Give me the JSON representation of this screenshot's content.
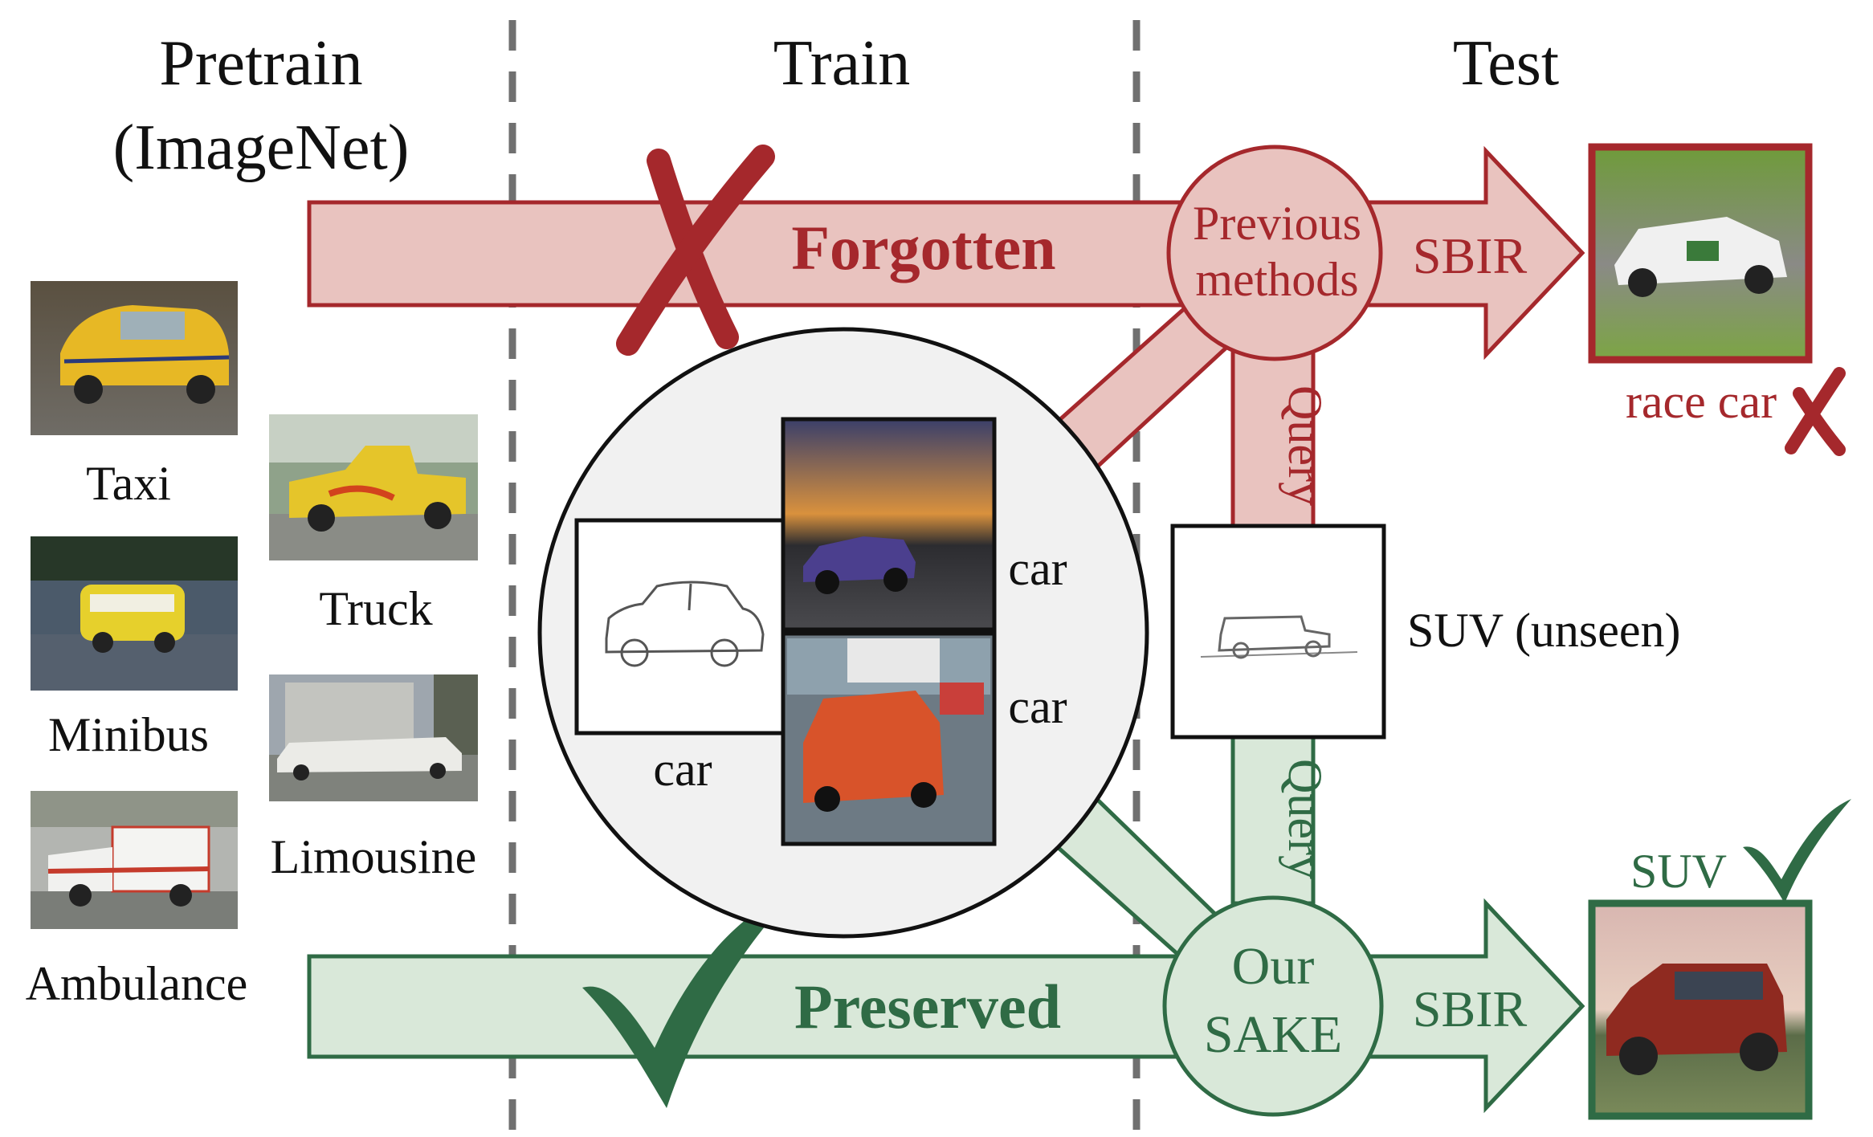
{
  "columns": {
    "pretrain": "Pretrain",
    "pretrain_sub": "(ImageNet)",
    "train": "Train",
    "test": "Test"
  },
  "imagenet_classes": [
    "Taxi",
    "Truck",
    "Minibus",
    "Limousine",
    "Ambulance"
  ],
  "top_path": {
    "label": "Forgotten",
    "node_line1": "Previous",
    "node_line2": "methods",
    "task": "SBIR",
    "result_label": "race car",
    "query": "Query"
  },
  "bottom_path": {
    "label": "Preserved",
    "node_line1": "Our",
    "node_line2": "SAKE",
    "task": "SBIR",
    "result_label": "SUV",
    "query": "Query"
  },
  "train_set": {
    "sketch_label": "car",
    "photo1_label": "car",
    "photo2_label": "car"
  },
  "test_sketch": {
    "label": "SUV (unseen)"
  },
  "colors": {
    "red": "#a5282c",
    "red_fill": "#e9c3bf",
    "green": "#2f6b45",
    "green_fill": "#d9e8d9",
    "circle_fill": "#f1f1f1",
    "divider": "#707070"
  }
}
